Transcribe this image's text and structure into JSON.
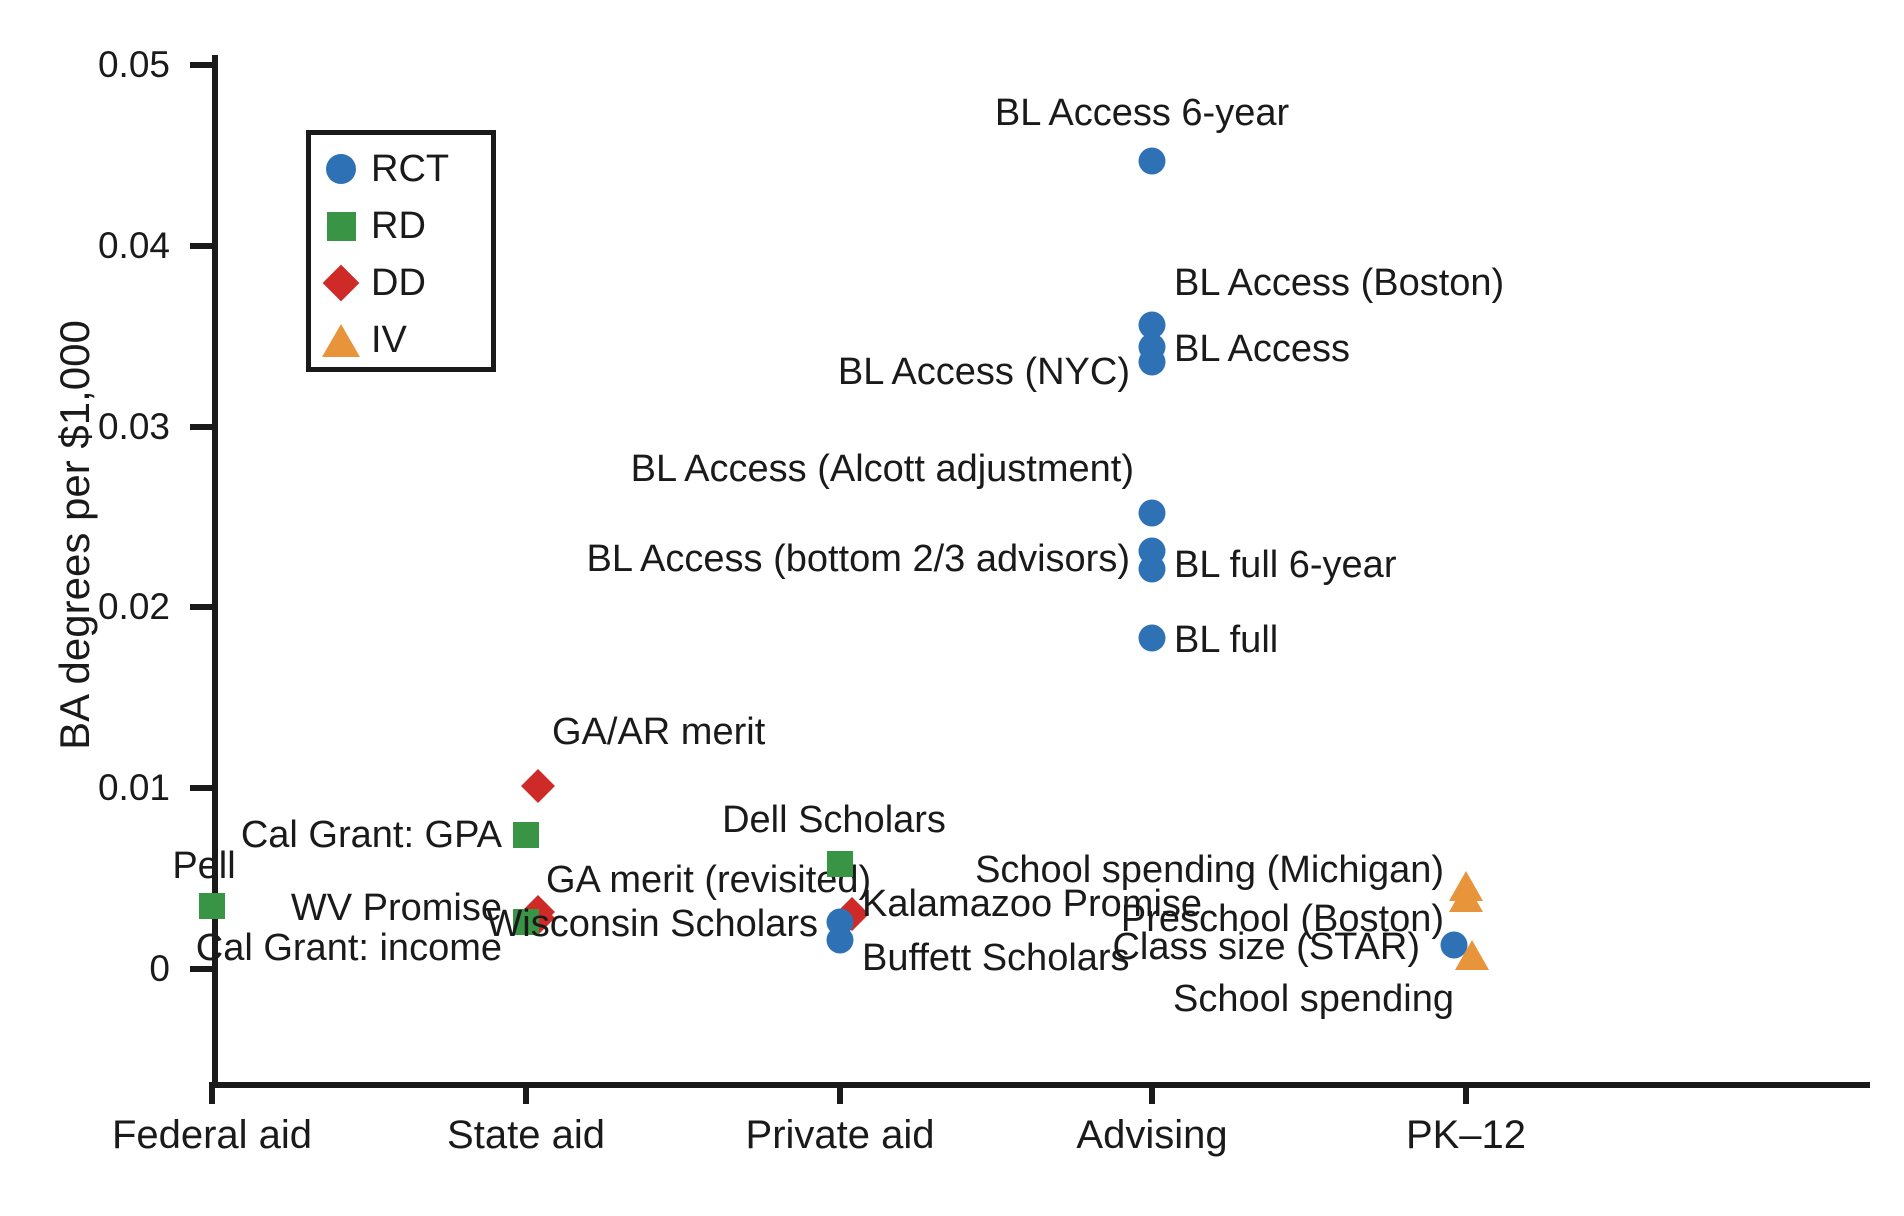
{
  "chart_data": {
    "type": "scatter",
    "title": "",
    "xlabel": "",
    "ylabel": "BA degrees per $1,000",
    "categories": [
      "Federal aid",
      "State aid",
      "Private aid",
      "Advising",
      "PK–12"
    ],
    "ytick_labels": [
      "0.05",
      "0.04",
      "0.03",
      "0.02",
      "0.01",
      "0"
    ],
    "ytick_values": [
      0.05,
      0.04,
      0.03,
      0.02,
      0.01,
      0
    ],
    "ylim": [
      -0.006,
      0.053
    ],
    "grid": false,
    "legend_position": "upper left inside",
    "legend": [
      {
        "key": "RCT",
        "marker": "circle",
        "color": "#2e72b5"
      },
      {
        "key": "RD",
        "marker": "square",
        "color": "#3a9446"
      },
      {
        "key": "DD",
        "marker": "diamond",
        "color": "#ce2b28"
      },
      {
        "key": "IV",
        "marker": "triangle",
        "color": "#e8943a"
      }
    ],
    "points": [
      {
        "label": "Pell",
        "category": "Federal aid",
        "value": 0.0035,
        "method": "RD",
        "marker": "square",
        "color": "#3a9446",
        "label_pos": "above-center"
      },
      {
        "label": "GA/AR merit",
        "category": "State aid",
        "value": 0.0108,
        "method": "DD",
        "marker": "diamond",
        "color": "#ce2b28",
        "label_pos": "above-right"
      },
      {
        "label": "Cal Grant: GPA",
        "category": "State aid",
        "value": 0.0074,
        "method": "RD",
        "marker": "square",
        "color": "#3a9446",
        "label_pos": "left"
      },
      {
        "label": "GA merit (revisited)",
        "category": "State aid",
        "value": 0.0038,
        "method": "DD",
        "marker": "diamond",
        "color": "#ce2b28",
        "label_pos": "right-above"
      },
      {
        "label": "WV Promise",
        "category": "State aid",
        "value": 0.0035,
        "method": "DD",
        "marker": "diamond",
        "color": "#ce2b28",
        "label_pos": "left"
      },
      {
        "label": "Cal Grant: income",
        "category": "State aid",
        "value": 0.0026,
        "method": "RD",
        "marker": "square",
        "color": "#3a9446",
        "label_pos": "left-below"
      },
      {
        "label": "Dell Scholars",
        "category": "Private aid",
        "value": 0.0058,
        "method": "RD",
        "marker": "square",
        "color": "#3a9446",
        "label_pos": "above-left"
      },
      {
        "label": "Kalamazoo Promise",
        "category": "Private aid",
        "value": 0.0037,
        "method": "DD",
        "marker": "diamond",
        "color": "#ce2b28",
        "label_pos": "right"
      },
      {
        "label": "Wisconsin Scholars",
        "category": "Private aid",
        "value": 0.0026,
        "method": "RCT",
        "marker": "circle",
        "color": "#2e72b5",
        "label_pos": "left"
      },
      {
        "label": "Buffett Scholars",
        "category": "Private aid",
        "value": 0.0016,
        "method": "RCT",
        "marker": "circle",
        "color": "#2e72b5",
        "label_pos": "right-below"
      },
      {
        "label": "BL Access 6-year",
        "category": "Advising",
        "value": 0.0447,
        "method": "RCT",
        "marker": "circle",
        "color": "#2e72b5",
        "label_pos": "above-center"
      },
      {
        "label": "BL Access (Boston)",
        "category": "Advising",
        "value": 0.0356,
        "method": "RCT",
        "marker": "circle",
        "color": "#2e72b5",
        "label_pos": "above-right"
      },
      {
        "label": "BL Access",
        "category": "Advising",
        "value": 0.0344,
        "method": "RCT",
        "marker": "circle",
        "color": "#2e72b5",
        "label_pos": "right"
      },
      {
        "label": "BL Access (NYC)",
        "category": "Advising",
        "value": 0.0336,
        "method": "RCT",
        "marker": "circle",
        "color": "#2e72b5",
        "label_pos": "left"
      },
      {
        "label": "BL Access (Alcott adjustment)",
        "category": "Advising",
        "value": 0.0252,
        "method": "RCT",
        "marker": "circle",
        "color": "#2e72b5",
        "label_pos": "above-left"
      },
      {
        "label": "BL Access (bottom 2/3 advisors)",
        "category": "Advising",
        "value": 0.0231,
        "method": "RCT",
        "marker": "circle",
        "color": "#2e72b5",
        "label_pos": "left"
      },
      {
        "label": "BL full 6-year",
        "category": "Advising",
        "value": 0.0221,
        "method": "RCT",
        "marker": "circle",
        "color": "#2e72b5",
        "label_pos": "right"
      },
      {
        "label": "BL full",
        "category": "Advising",
        "value": 0.0183,
        "method": "RCT",
        "marker": "circle",
        "color": "#2e72b5",
        "label_pos": "right"
      },
      {
        "label": "School spending (Michigan)",
        "category": "PK–12",
        "value": 0.0046,
        "method": "IV",
        "marker": "triangle",
        "color": "#e8943a",
        "label_pos": "left"
      },
      {
        "label": "Preschool (Boston)",
        "category": "PK–12",
        "value": 0.004,
        "method": "IV",
        "marker": "triangle",
        "color": "#e8943a",
        "label_pos": "left"
      },
      {
        "label": "Class size (STAR)",
        "category": "PK–12",
        "value": 0.0013,
        "method": "RCT",
        "marker": "circle",
        "color": "#2e72b5",
        "label_pos": "left"
      },
      {
        "label": "School spending",
        "category": "PK–12",
        "value": 0.0008,
        "method": "IV",
        "marker": "triangle",
        "color": "#e8943a",
        "label_pos": "below-left"
      }
    ]
  },
  "axis": {
    "y_title": "BA degrees per $1,000"
  }
}
